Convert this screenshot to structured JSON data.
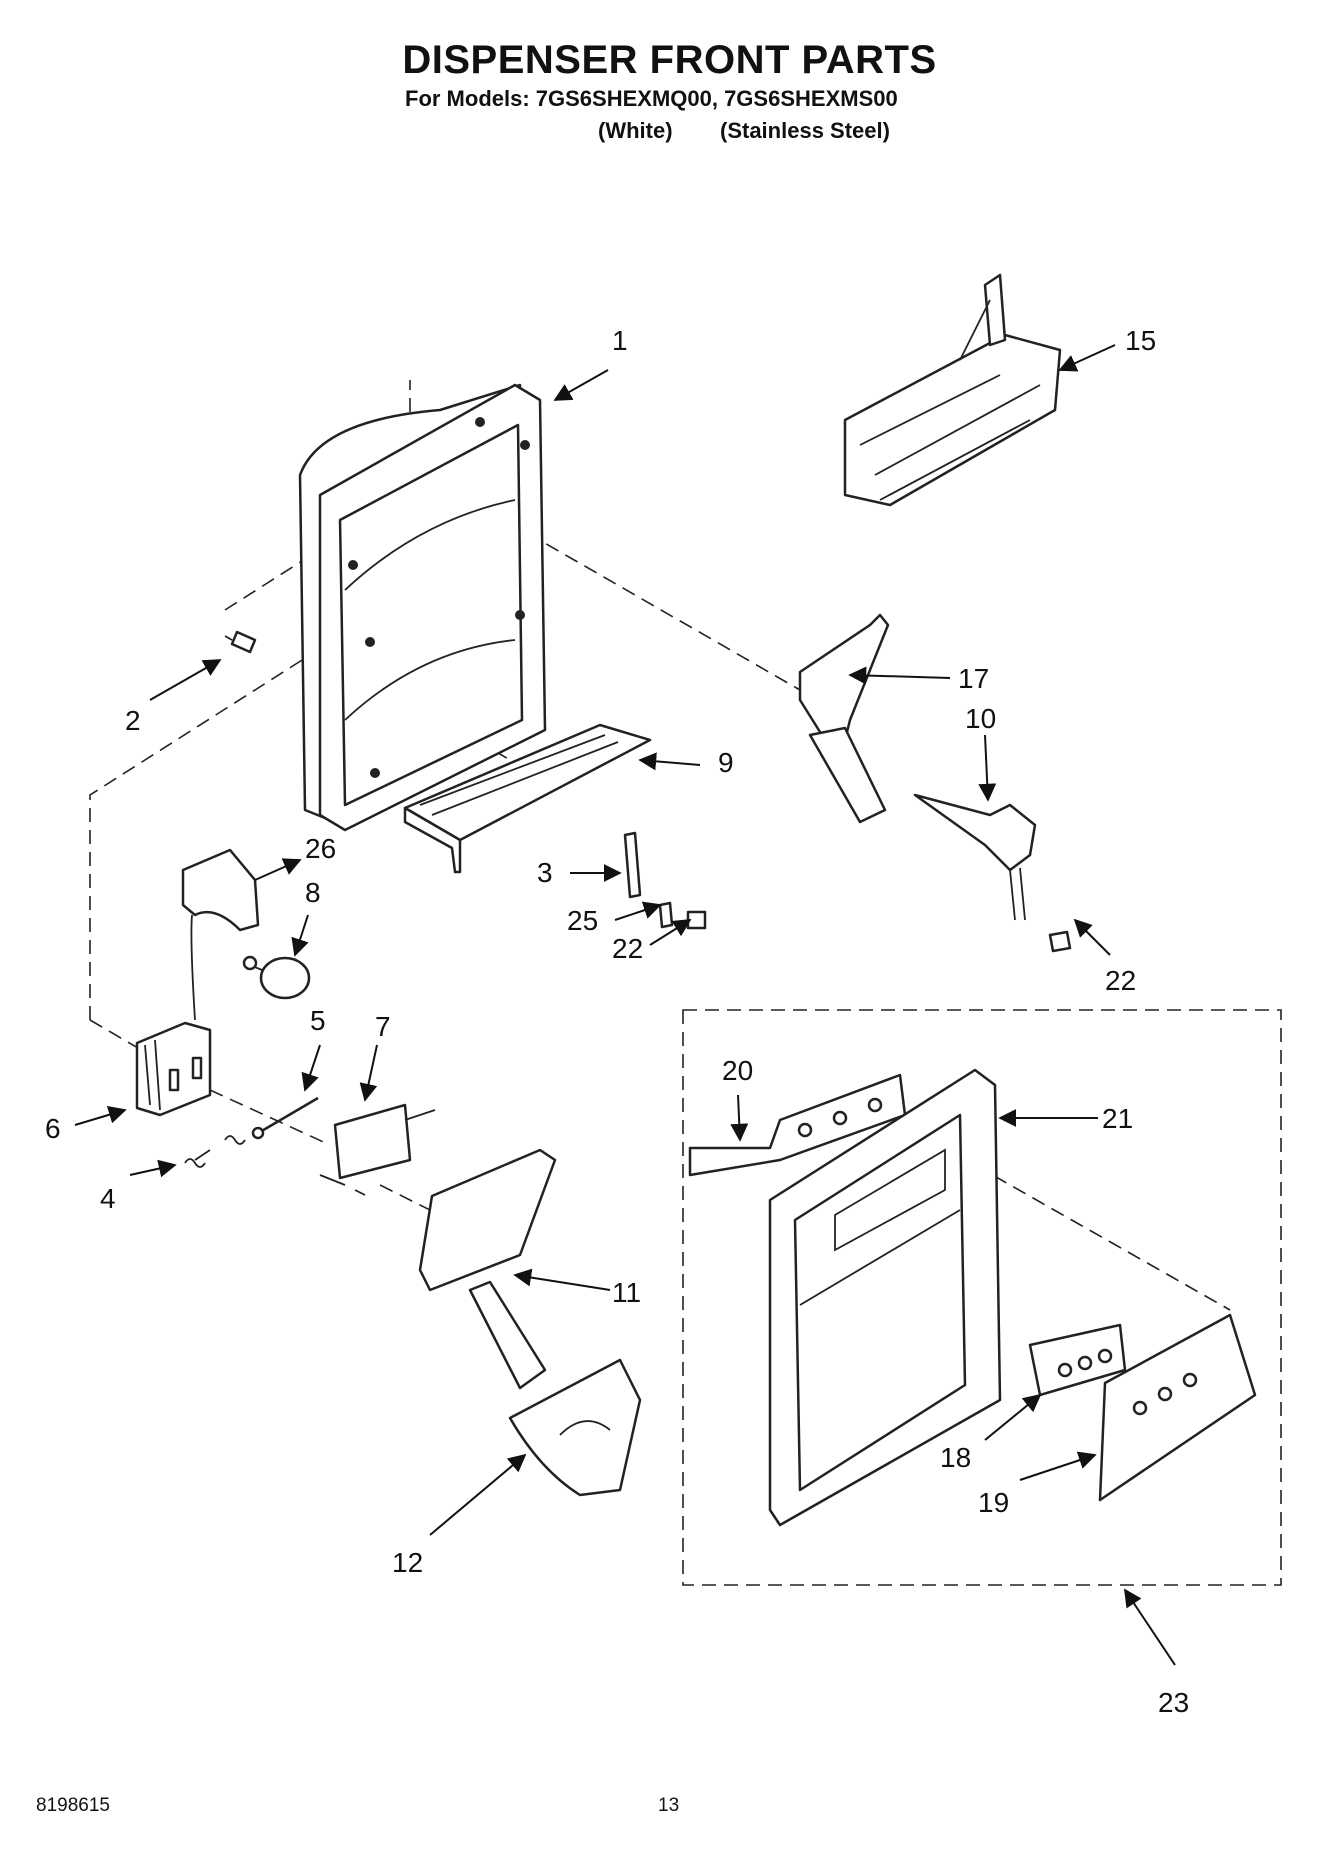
{
  "header": {
    "title": "DISPENSER FRONT PARTS",
    "models_line": "For Models: 7GS6SHEXMQ00, 7GS6SHEXMS00",
    "variant_white": "(White)",
    "variant_stainless": "(Stainless Steel)"
  },
  "callouts": {
    "c1": "1",
    "c2": "2",
    "c3": "3",
    "c4": "4",
    "c5": "5",
    "c6": "6",
    "c7": "7",
    "c8": "8",
    "c9": "9",
    "c10": "10",
    "c11": "11",
    "c12": "12",
    "c15": "15",
    "c17": "17",
    "c18": "18",
    "c19": "19",
    "c20": "20",
    "c21": "21",
    "c22a": "22",
    "c22b": "22",
    "c23": "23",
    "c25": "25",
    "c26": "26"
  },
  "footer": {
    "doc_number": "8198615",
    "page_number": "13"
  }
}
